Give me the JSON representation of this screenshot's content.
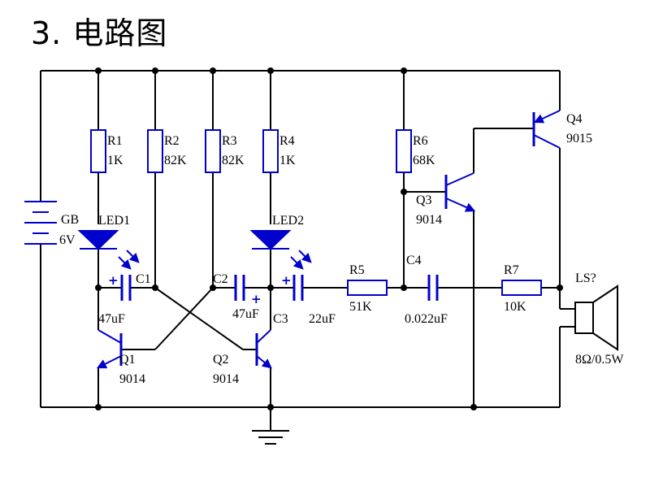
{
  "title": "3. 电路图",
  "colors": {
    "wire": "#000000",
    "component": "#0000cc",
    "junction": "#0000cc"
  },
  "battery": {
    "ref": "GB",
    "value": "6V"
  },
  "resistors": [
    {
      "ref": "R1",
      "value": "1K"
    },
    {
      "ref": "R2",
      "value": "82K"
    },
    {
      "ref": "R3",
      "value": "82K"
    },
    {
      "ref": "R4",
      "value": "1K"
    },
    {
      "ref": "R5",
      "value": "51K"
    },
    {
      "ref": "R6",
      "value": "68K"
    },
    {
      "ref": "R7",
      "value": "10K"
    }
  ],
  "leds": [
    {
      "ref": "LED1"
    },
    {
      "ref": "LED2"
    }
  ],
  "capacitors": [
    {
      "ref": "C1",
      "value": "47uF"
    },
    {
      "ref": "C2",
      "value": "47uF"
    },
    {
      "ref": "C3",
      "value": "22uF"
    },
    {
      "ref": "C4",
      "value": "0.022uF"
    }
  ],
  "polarity_mark": "+",
  "transistors": [
    {
      "ref": "Q1",
      "value": "9014"
    },
    {
      "ref": "Q2",
      "value": "9014"
    },
    {
      "ref": "Q3",
      "value": "9014"
    },
    {
      "ref": "Q4",
      "value": "9015"
    }
  ],
  "speaker": {
    "ref": "LS?",
    "value": "8Ω/0.5W"
  },
  "icons": [
    "battery-icon",
    "resistor-icon",
    "led-icon",
    "capacitor-icon",
    "npn-transistor-icon",
    "pnp-transistor-icon",
    "speaker-icon",
    "ground-icon"
  ]
}
